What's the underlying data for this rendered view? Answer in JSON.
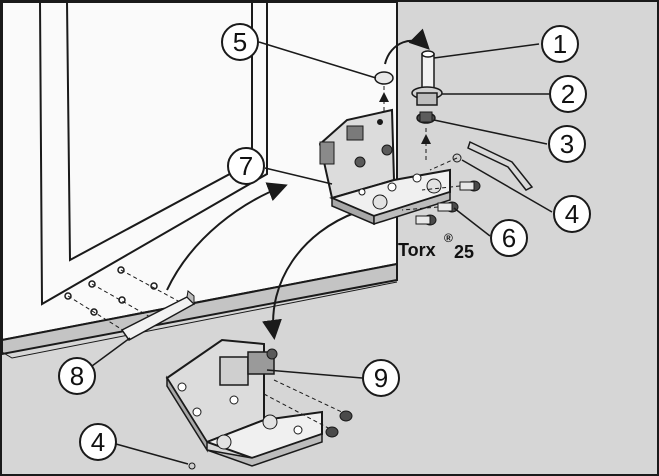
{
  "callouts": {
    "c1": "1",
    "c2": "2",
    "c3": "3",
    "c4a": "4",
    "c4b": "4",
    "c5": "5",
    "c6": "6",
    "c7": "7",
    "c8": "8",
    "c9": "9"
  },
  "tool_label": {
    "name": "Torx",
    "mark": "®",
    "size": "25"
  },
  "colors": {
    "background": "#d6d6d6",
    "door_face": "#fafafa",
    "door_side": "#c4c4c4",
    "line": "#1a1a1a"
  }
}
